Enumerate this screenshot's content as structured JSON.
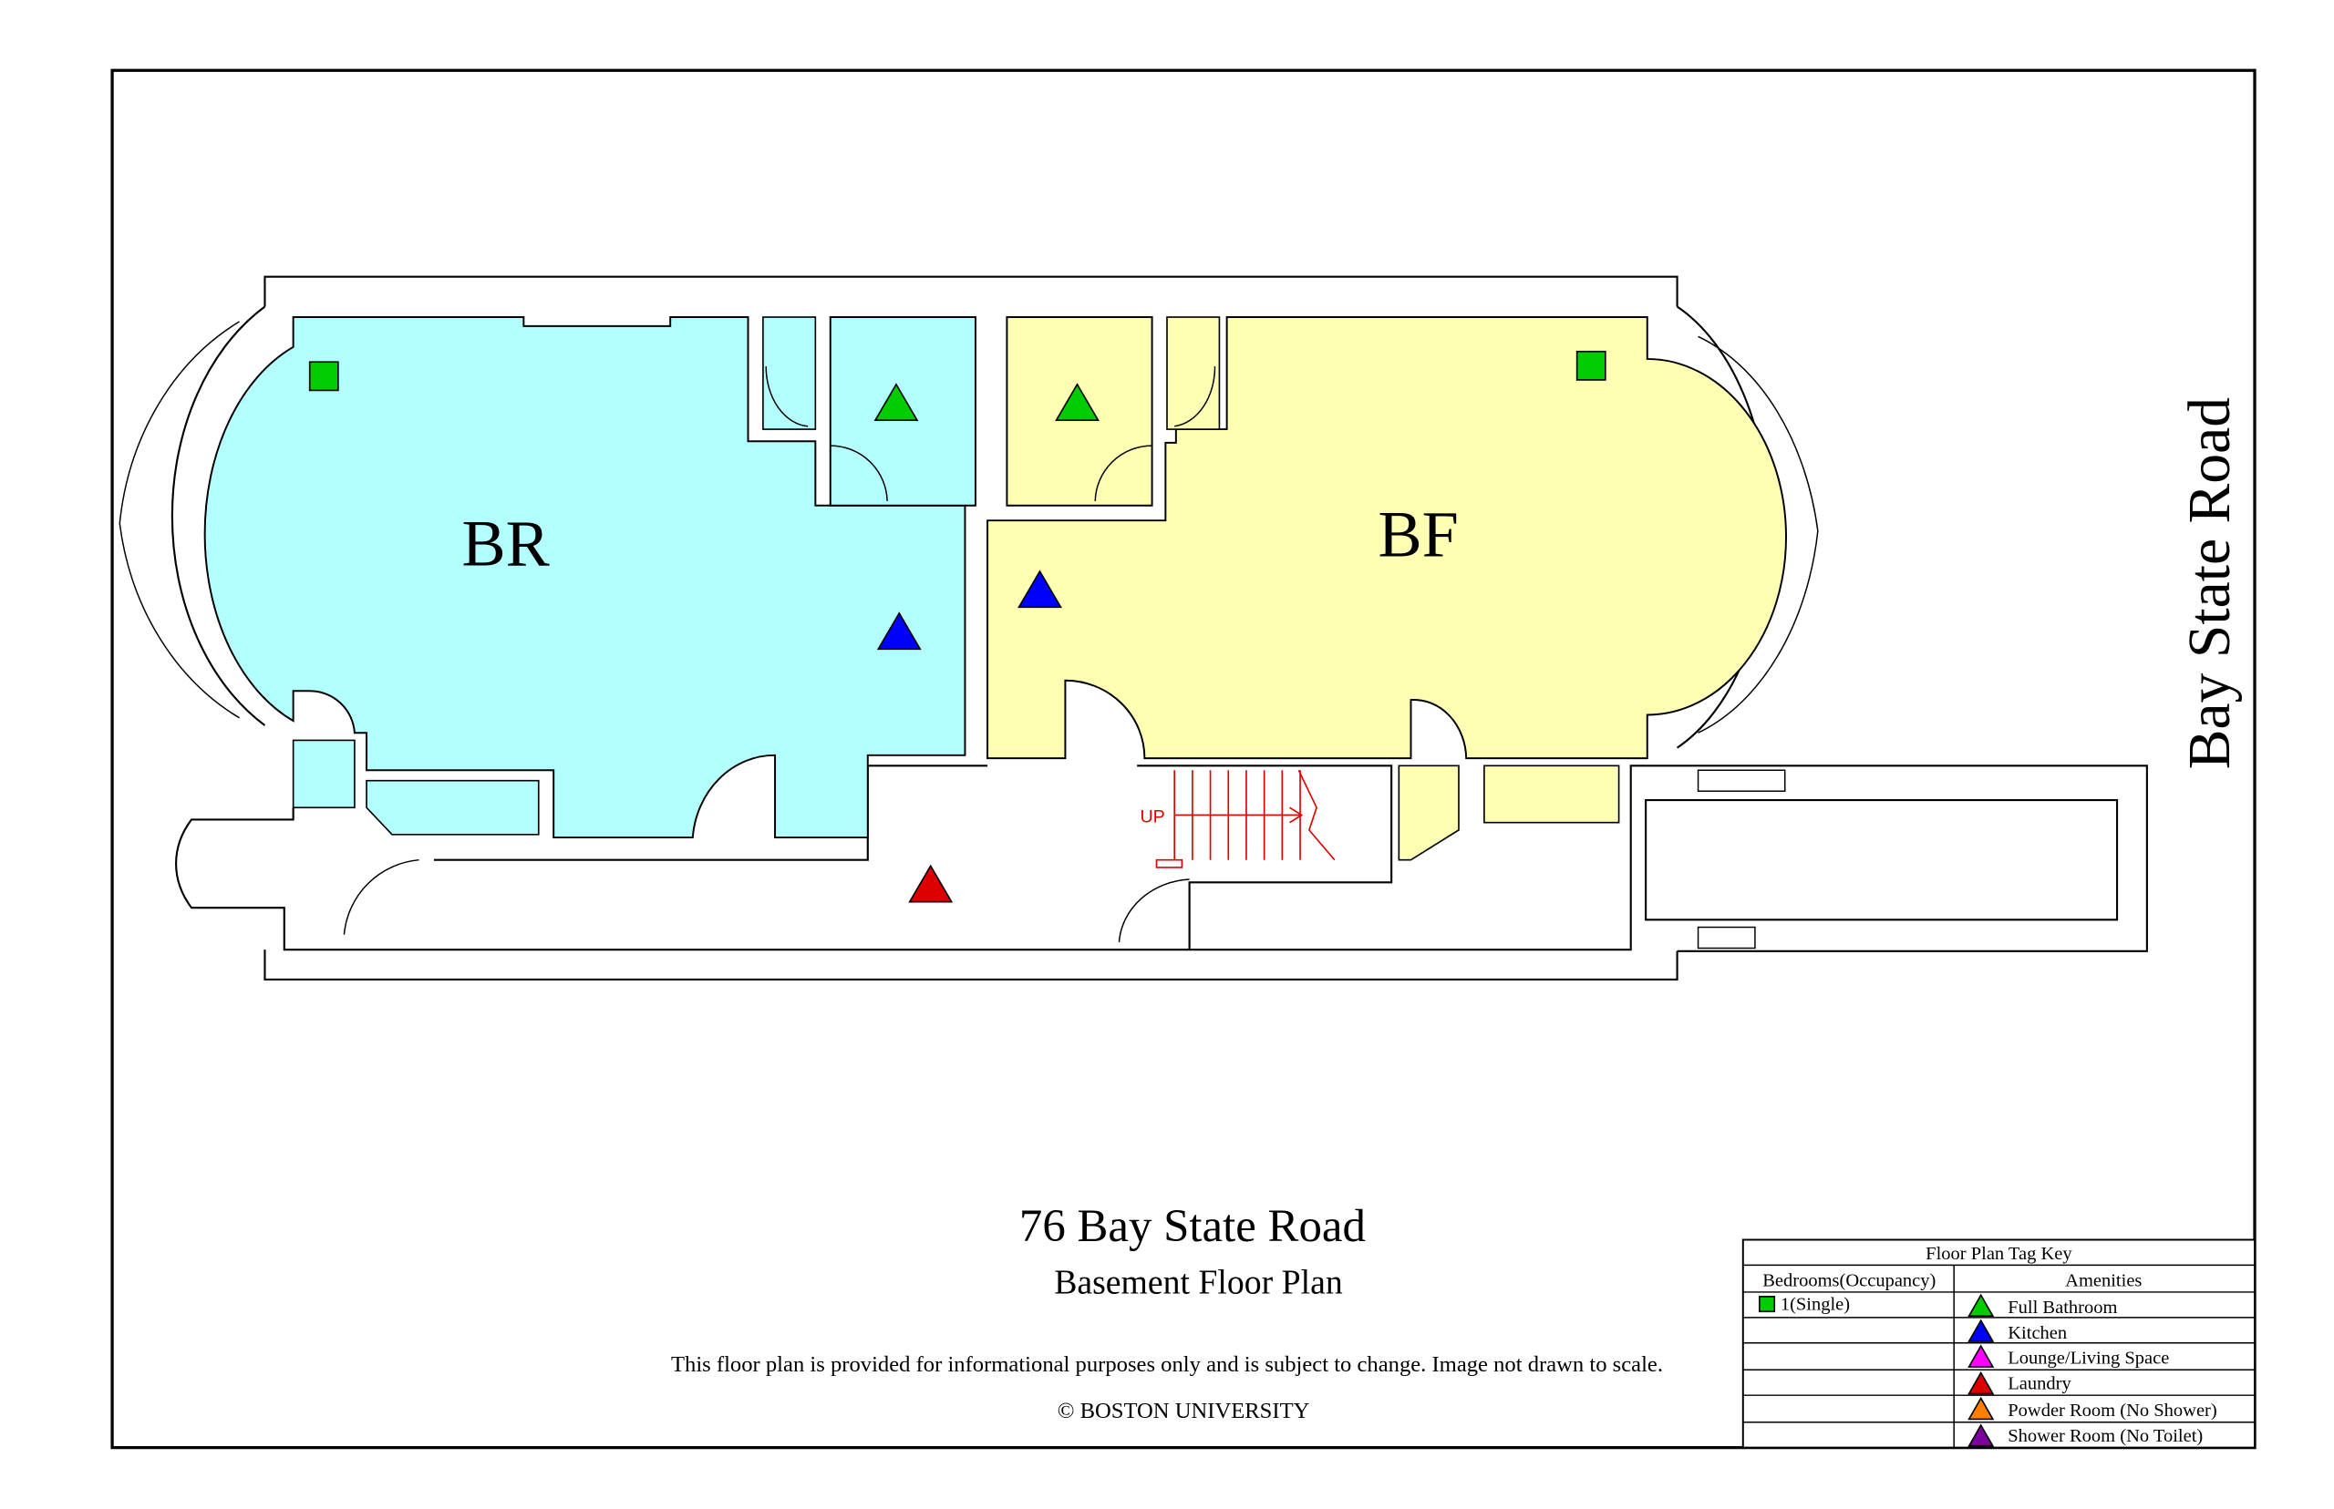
{
  "plan": {
    "street_label": "Bay State Road",
    "rooms": [
      {
        "label": "BR",
        "color": "#b3ffff"
      },
      {
        "label": "BF",
        "color": "#ffffb3"
      }
    ],
    "stairs_label": "UP"
  },
  "footer": {
    "title": "76 Bay State Road",
    "subtitle": "Basement Floor Plan",
    "disclaimer": "This floor plan is provided for informational purposes only and is subject to change. Image not drawn to scale.",
    "copyright": "© BOSTON UNIVERSITY"
  },
  "legend": {
    "title": "Floor Plan Tag Key",
    "bedrooms_header": "Bedrooms(Occupancy)",
    "amenities_header": "Amenities",
    "bedrooms": [
      {
        "label": "1(Single)",
        "color": "#00cc00"
      }
    ],
    "amenities": [
      {
        "label": "Full Bathroom",
        "color": "#00cc00"
      },
      {
        "label": "Kitchen",
        "color": "#0000ff"
      },
      {
        "label": "Lounge/Living Space",
        "color": "#ff00ff"
      },
      {
        "label": "Laundry",
        "color": "#dd0000"
      },
      {
        "label": "Powder Room (No Shower)",
        "color": "#ff8000"
      },
      {
        "label": "Shower Room (No Toilet)",
        "color": "#7a00a0"
      }
    ]
  }
}
